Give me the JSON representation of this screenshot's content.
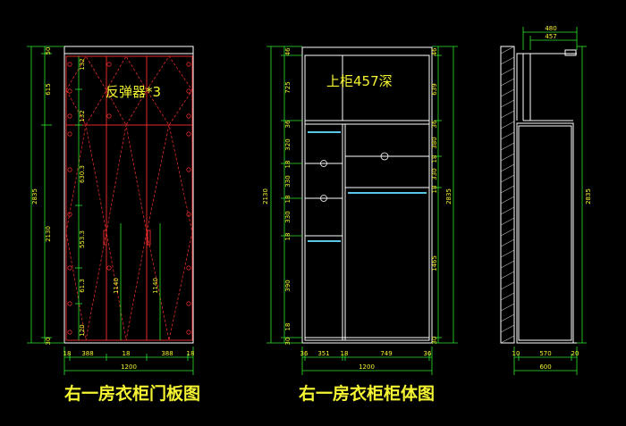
{
  "captions": {
    "door_drawing": "右一房衣柜门板图",
    "carcass_drawing": "右一房衣柜柜体图"
  },
  "notes": {
    "rebound": "反弹器*3",
    "upper_cabinet": "上柜457深"
  },
  "door_view": {
    "total_height": "2835",
    "left_segments": [
      "50",
      "615",
      "2130",
      "30"
    ],
    "inner_left": [
      "132",
      "132",
      "630.3",
      "553.3",
      "61.3",
      "120"
    ],
    "inner_right": [
      "1140",
      "1140"
    ],
    "bottom_segments": [
      "18",
      "388",
      "18",
      "388",
      "18"
    ],
    "total_width": "1200"
  },
  "carcass_view": {
    "total_height": "2835",
    "left_total": "2130",
    "left_segments": [
      "46",
      "725",
      "36",
      "320",
      "18",
      "330",
      "18",
      "330",
      "18",
      "390",
      "18",
      "30"
    ],
    "right_segments": [
      "46",
      "639",
      "36",
      "380",
      "18",
      "330",
      "18",
      "1465",
      "30"
    ],
    "bottom_segments": [
      "36",
      "351",
      "18",
      "749",
      "36"
    ],
    "total_width": "1200"
  },
  "side_view": {
    "top_dims": [
      "480",
      "457"
    ],
    "right_total": "2835",
    "bottom_segments": [
      "10",
      "570",
      "20"
    ],
    "total_depth": "600"
  },
  "colors": {
    "background": "#000000",
    "outline": "#ffffff",
    "dimension": "#2ee82e",
    "door_line": "#e02a2a",
    "caption": "#f4f432",
    "rod": "#59c8e6"
  }
}
